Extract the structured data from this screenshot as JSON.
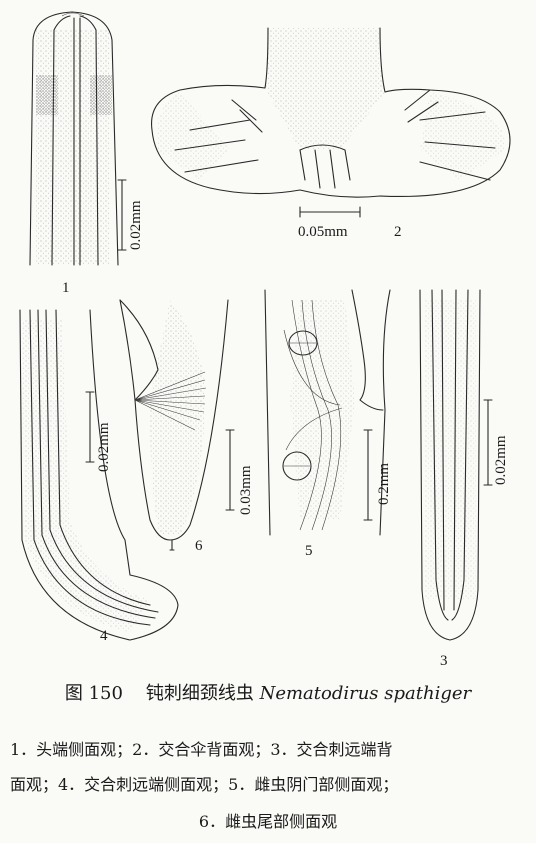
{
  "figure": {
    "number_label": "图 150",
    "title_cn": "钝刺细颈线虫",
    "title_latin": "Nematodirus spathiger"
  },
  "panels": [
    {
      "id": "1",
      "label": "1",
      "scale": "0.02mm"
    },
    {
      "id": "2",
      "label": "2",
      "scale": "0.05mm"
    },
    {
      "id": "3",
      "label": "3",
      "scale": "0.02mm"
    },
    {
      "id": "4",
      "label": "4",
      "scale": "0.02mm"
    },
    {
      "id": "5",
      "label": "5",
      "scale": "0.2mm"
    },
    {
      "id": "6",
      "label": "6",
      "scale": "0.03mm"
    }
  ],
  "legend": {
    "line1": "1．头端侧面观；2．交合伞背面观；3．交合刺远端背",
    "line2": "面观；4．交合刺远端侧面观；5．雌虫阴门部侧面观；",
    "line3": "6．雌虫尾部侧面观"
  }
}
